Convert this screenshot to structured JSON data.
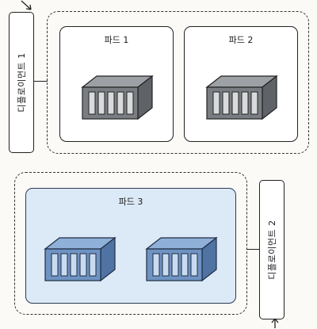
{
  "diagram": {
    "deployments": [
      {
        "label": "디플로이먼트 1"
      },
      {
        "label": "디플로이먼트 2"
      }
    ],
    "pods": [
      {
        "label": "파드 1"
      },
      {
        "label": "파드 2"
      },
      {
        "label": "파드 3"
      }
    ],
    "colors": {
      "pod_default_fill": "#ffffff",
      "pod_highlight_fill": "#dce9f6",
      "container_gray": "#7a7e82",
      "container_blue": "#6f93c2",
      "outline": "#222222"
    },
    "icons": [
      "container-icon",
      "arrow-icon"
    ]
  }
}
